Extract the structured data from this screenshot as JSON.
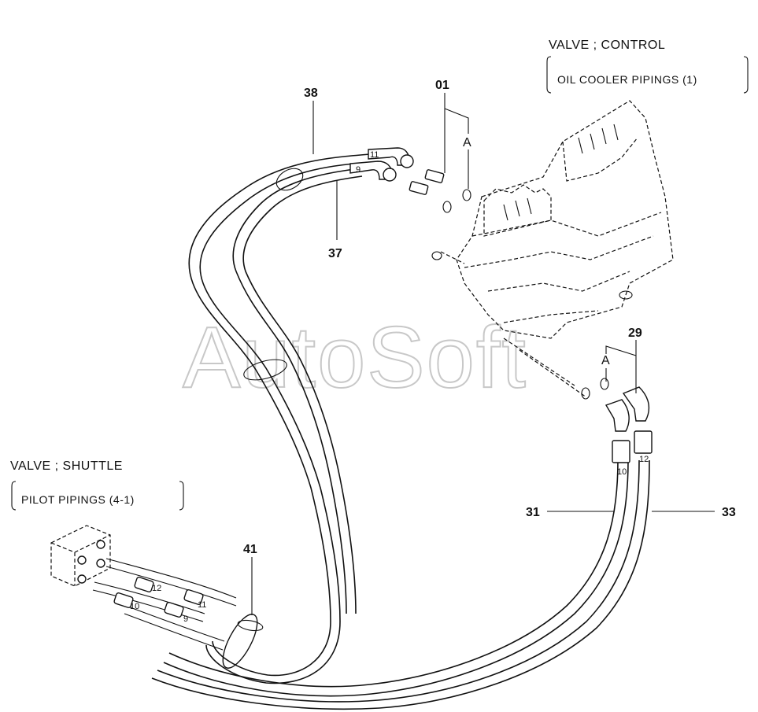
{
  "watermark": "AutoSoft",
  "callouts": {
    "control_valve": {
      "title": "VALVE ; CONTROL",
      "subtitle": "OIL COOLER PIPINGS (1)"
    },
    "shuttle_valve": {
      "title": "VALVE ; SHUTTLE",
      "subtitle": "PILOT PIPINGS (4-1)"
    }
  },
  "part_numbers": {
    "p01": "01",
    "p29": "29",
    "p31": "31",
    "p33": "33",
    "p37": "37",
    "p38": "38",
    "p41": "41",
    "ref_a_top": "A",
    "ref_a_bottom": "A"
  },
  "connection_tags": {
    "top_11": "11",
    "top_9": "9",
    "right_10": "10",
    "right_12": "12",
    "left_12": "12",
    "left_10": "10",
    "left_9": "9",
    "left_11": "11"
  }
}
